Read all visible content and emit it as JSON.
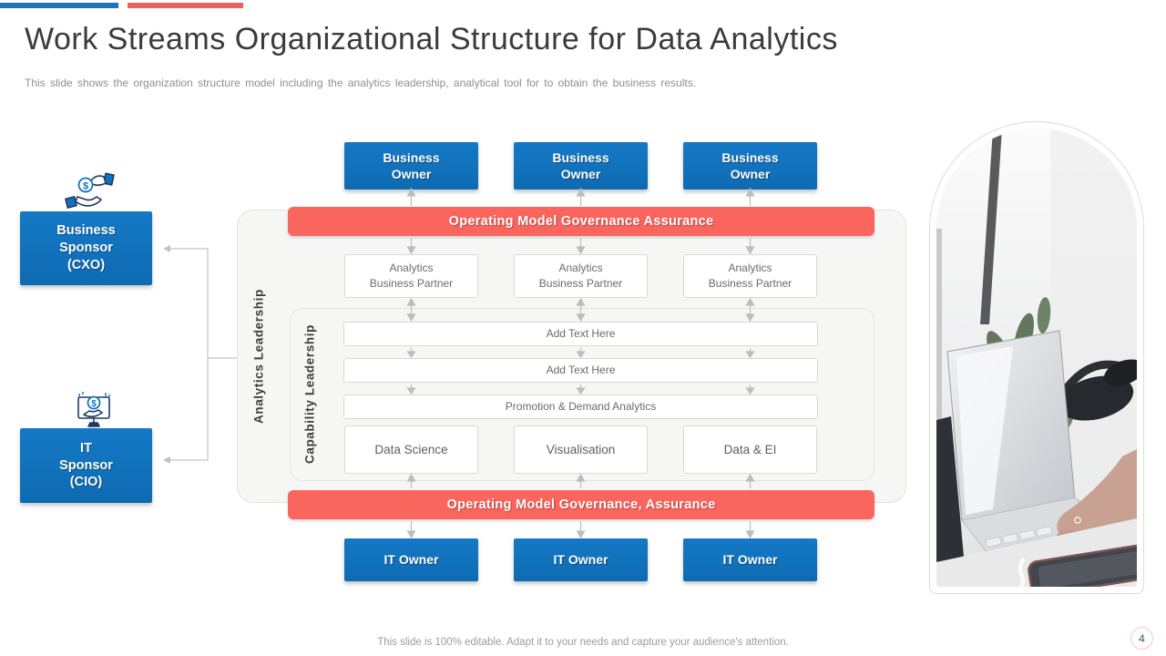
{
  "slide": {
    "title": "Work Streams Organizational Structure for Data Analytics",
    "subtitle": "This slide shows the organization structure model including the analytics leadership, analytical tool for to obtain the business results.",
    "footer_note": "This slide is 100% editable. Adapt it to your needs and capture your audience's attention.",
    "page_number": "4"
  },
  "sponsors": {
    "business": {
      "icon": "hands-giving-coin-icon",
      "label": "Business\nSponsor\n(CXO)"
    },
    "it": {
      "icon": "monitor-payment-icon",
      "label": "IT\nSponsor\n(CIO)"
    }
  },
  "org_chart": {
    "business_owners": [
      "Business\nOwner",
      "Business\nOwner",
      "Business\nOwner"
    ],
    "governance_top": "Operating Model Governance Assurance",
    "analytics_business_partners": [
      "Analytics\nBusiness Partner",
      "Analytics\nBusiness Partner",
      "Analytics\nBusiness Partner"
    ],
    "analytics_leadership_label": "Analytics Leadership",
    "capability_leadership_label": "Capability Leadership",
    "placeholder_rows": [
      "Add Text Here",
      "Add Text Here"
    ],
    "promotion_row": "Promotion & Demand Analytics",
    "capability_boxes": [
      "Data Science",
      "Visualisation",
      "Data & EI"
    ],
    "governance_bottom": "Operating Model Governance, Assurance",
    "it_owners": [
      "IT Owner",
      "IT Owner",
      "IT Owner"
    ]
  },
  "colors": {
    "primary_blue": "#1173BE",
    "accent_coral": "#FA655E",
    "header_bar_blue": "#2172B8",
    "header_bar_red": "#EA625C",
    "connector_gray": "#C3C3C3"
  }
}
